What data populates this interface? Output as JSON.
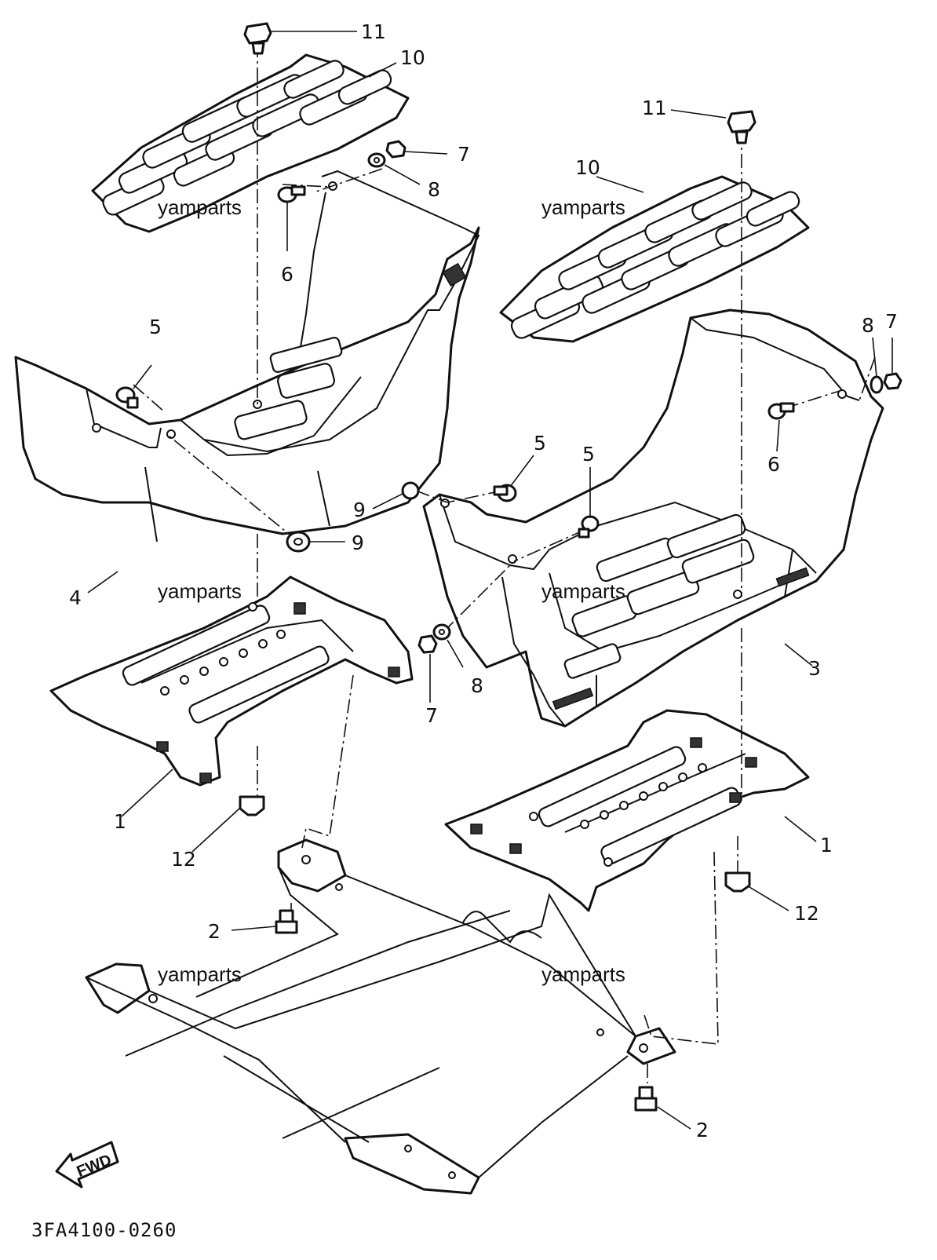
{
  "diagram_code": "3FA4100-0260",
  "watermark": "yamparts",
  "direction_arrow": "FWD",
  "callouts": {
    "c1a": "1",
    "c1b": "1",
    "c2a": "2",
    "c2b": "2",
    "c3": "3",
    "c4": "4",
    "c5a": "5",
    "c5b": "5",
    "c5c": "5",
    "c6a": "6",
    "c6b": "6",
    "c7a": "7",
    "c7b": "7",
    "c7c": "7",
    "c8a": "8",
    "c8b": "8",
    "c8c": "8",
    "c9a": "9",
    "c9b": "9",
    "c10a": "10",
    "c10b": "10",
    "c11a": "11",
    "c11b": "11",
    "c12a": "12",
    "c12b": "12"
  },
  "icons": {
    "fwd": "fwd-arrow-icon",
    "bolt": "bolt-icon",
    "nut": "nut-icon",
    "washer": "washer-icon",
    "grommet": "grommet-icon"
  }
}
